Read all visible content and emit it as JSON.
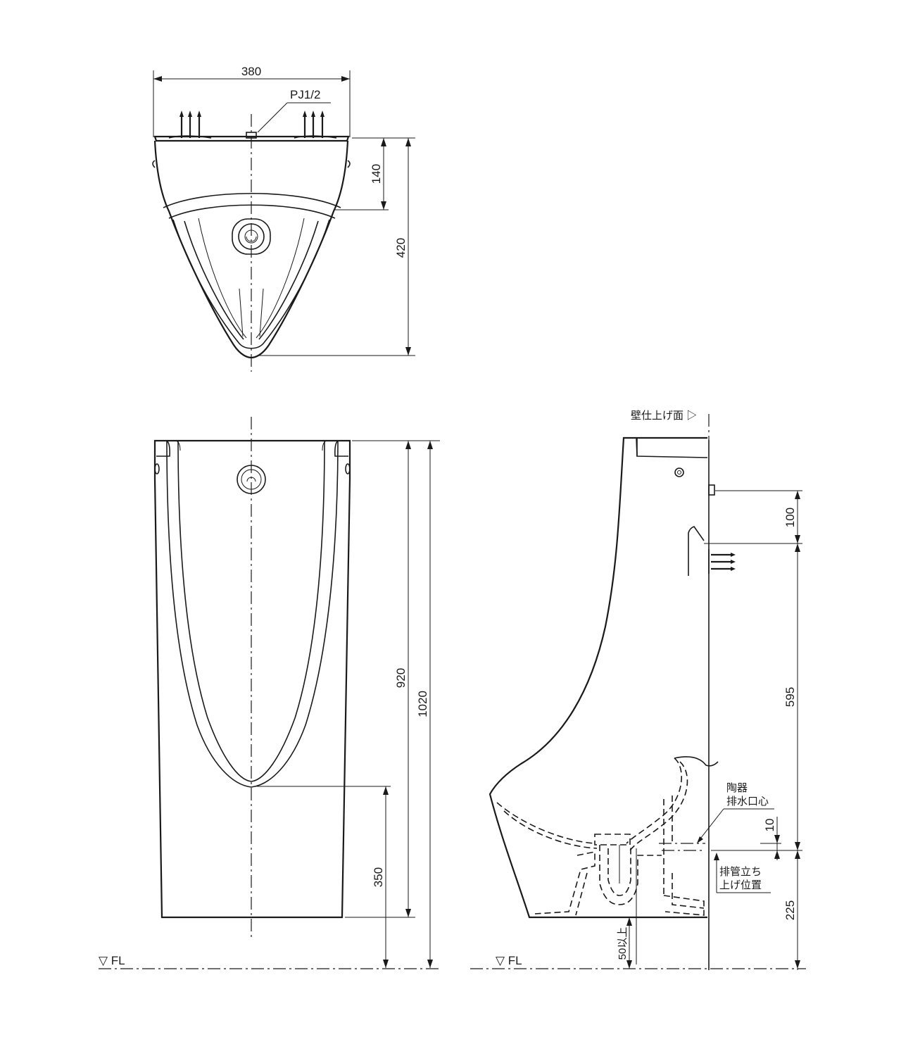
{
  "dimensions": {
    "top_width": "380",
    "top_depth_upper": "140",
    "top_depth_total": "420",
    "front_bowl_height": "920",
    "front_total_height": "1020",
    "front_lip_height": "350",
    "side_supply_offset": "100",
    "side_bolt_to_drain": "595",
    "side_drain_offset": "10",
    "side_drain_height": "225",
    "side_pipe_min": "50以上"
  },
  "labels": {
    "pipe_size": "PJ1/2",
    "wall_finish": "壁仕上げ面 ▷",
    "floor_left": "▽ FL",
    "floor_right": "▽ FL",
    "ceramic_drain_1": "陶器",
    "ceramic_drain_2": "排水口心",
    "pipe_position_1": "排管立ち",
    "pipe_position_2": "上げ位置"
  }
}
